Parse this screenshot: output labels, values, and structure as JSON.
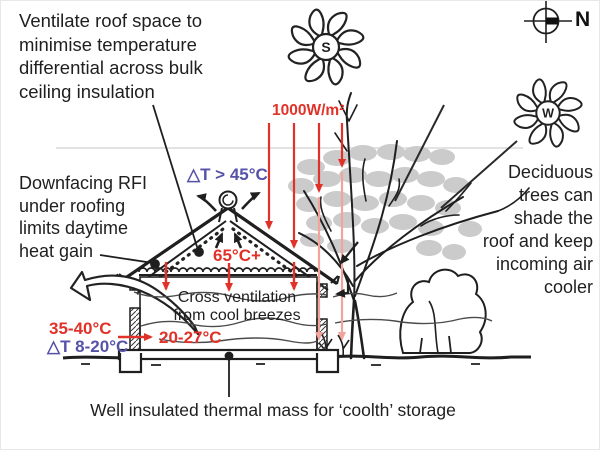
{
  "annotations": {
    "ventilate": "Ventilate roof space to\nminimise temperature\ndifferential across bulk\nceiling insulation",
    "rfi": "Downfacing RFI\nunder roofing\nlimits daytime\nheat gain",
    "deciduous": "Deciduous\ntrees can\nshade the\nroof and keep\nincoming air\ncooler",
    "thermal_mass": "Well insulated thermal mass for ‘coolth’ storage",
    "cross_ventilation": "Cross ventilation\nfrom cool breezes"
  },
  "labels": {
    "irradiance": "1000W/m²",
    "roof_delta_t": "△T > 45°C",
    "roof_space_temp": "65°C+",
    "outdoor_temp": "35-40°C",
    "wall_delta_t": "△T 8-20°C",
    "indoor_temp": "20-27°C"
  },
  "compass": {
    "north": "N"
  },
  "suns": {
    "summer": "S",
    "west": "W"
  },
  "colors": {
    "heat_red": "#e03229",
    "shaded_ray_pink": "#f2a49c",
    "delta_blue": "#5652a8",
    "ink_black": "#1f1f1f",
    "canopy_gray": "#cbcbcb"
  }
}
